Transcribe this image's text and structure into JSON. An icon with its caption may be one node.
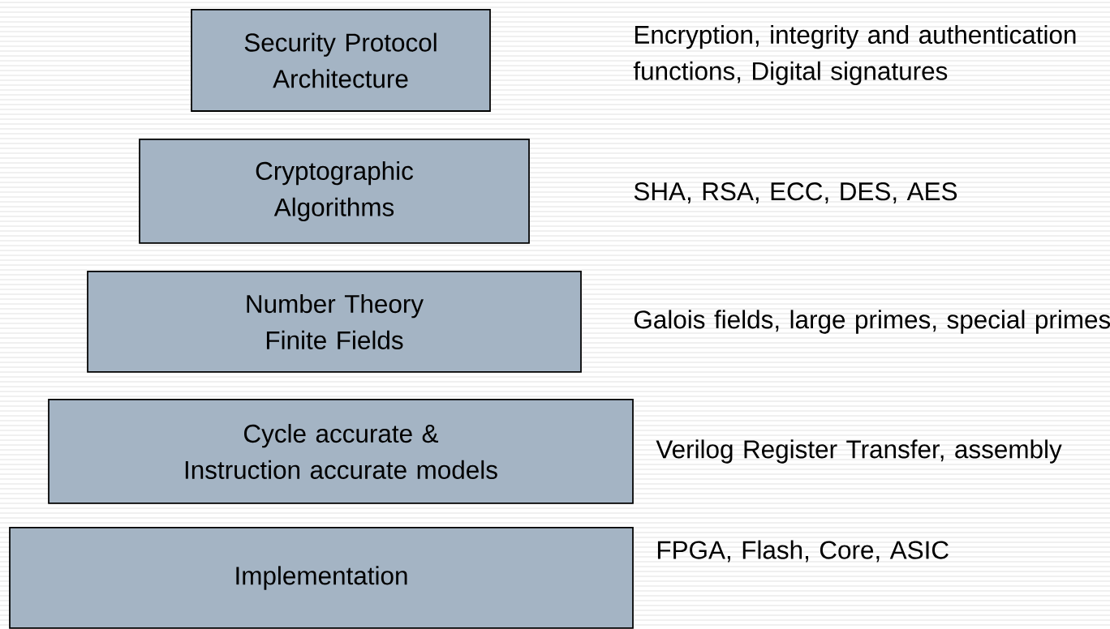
{
  "diagram": {
    "nodes": [
      {
        "text": [
          "Security Protocol Architecture"
        ]
      },
      {
        "text": [
          "Cryptographic Algorithms"
        ]
      },
      {
        "text": [
          "Number Theory Finite Fields"
        ]
      },
      {
        "text": [
          "Cycle accurate & Instruction accurate models"
        ]
      },
      {
        "text": [
          "Implementation"
        ]
      }
    ],
    "labels": [
      "Encryption, integrity and authentication functions, Digital signatures",
      "SHA, RSA, ECC, DES, AES",
      "Galois fields, large primes, special primes",
      "Verilog Register Transfer, assembly",
      "FPGA, Flash, Core, ASIC"
    ]
  }
}
